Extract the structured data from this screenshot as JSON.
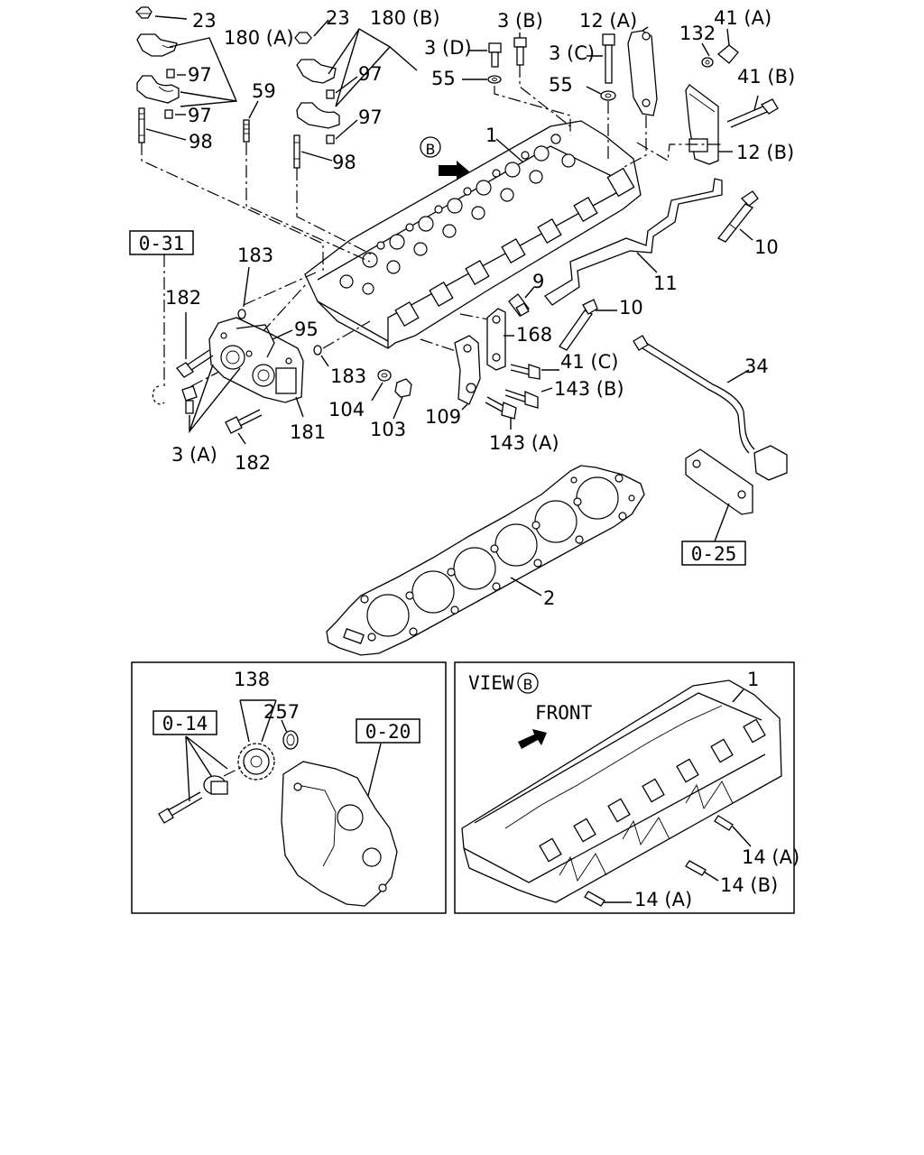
{
  "diagram": {
    "main_labels": [
      "23",
      "180 (A)",
      "97",
      "97",
      "98",
      "23",
      "180 (B)",
      "97",
      "97",
      "98",
      "59",
      "3 (B)",
      "3 (D)",
      "55",
      "3 (C)",
      "55",
      "12 (A)",
      "132",
      "41 (A)",
      "41 (B)",
      "12 (B)",
      "1",
      "10",
      "11",
      "9",
      "10",
      "168",
      "183",
      "182",
      "95",
      "183",
      "41 (C)",
      "143 (B)",
      "109",
      "143 (A)",
      "104",
      "103",
      "181",
      "3 (A)",
      "182",
      "34",
      "2"
    ],
    "ref_boxes": [
      "0-31",
      "0-25",
      "0-14",
      "0-20"
    ],
    "view_marker": "B",
    "inset_left": {
      "labels": [
        "138",
        "257"
      ]
    },
    "inset_right": {
      "view_prefix": "VIEW",
      "view_marker": "B",
      "front_text": "FRONT",
      "labels": [
        "1",
        "14 (A)",
        "14 (B)",
        "14 (A)"
      ]
    }
  }
}
